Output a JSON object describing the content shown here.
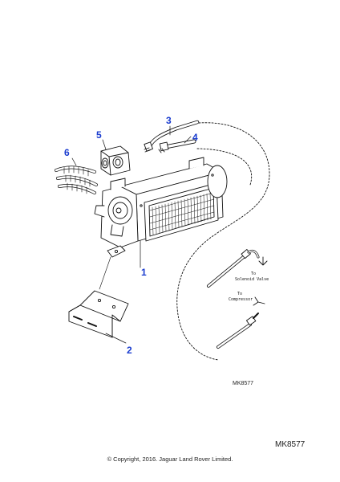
{
  "callouts": {
    "c1": "1",
    "c2": "2",
    "c3": "3",
    "c4": "4",
    "c5": "5",
    "c6": "6"
  },
  "annotations": {
    "solenoid_to": "To",
    "solenoid_label": "Solenoid Valve",
    "compressor_to": "To",
    "compressor_label": "Compressor"
  },
  "drawing_ref_small": "MK8577",
  "drawing_ref_large": "MK8577",
  "copyright": "© Copyright, 2016. Jaguar Land Rover Limited.",
  "colors": {
    "callout": "#1a3ccf",
    "line": "#111111"
  }
}
